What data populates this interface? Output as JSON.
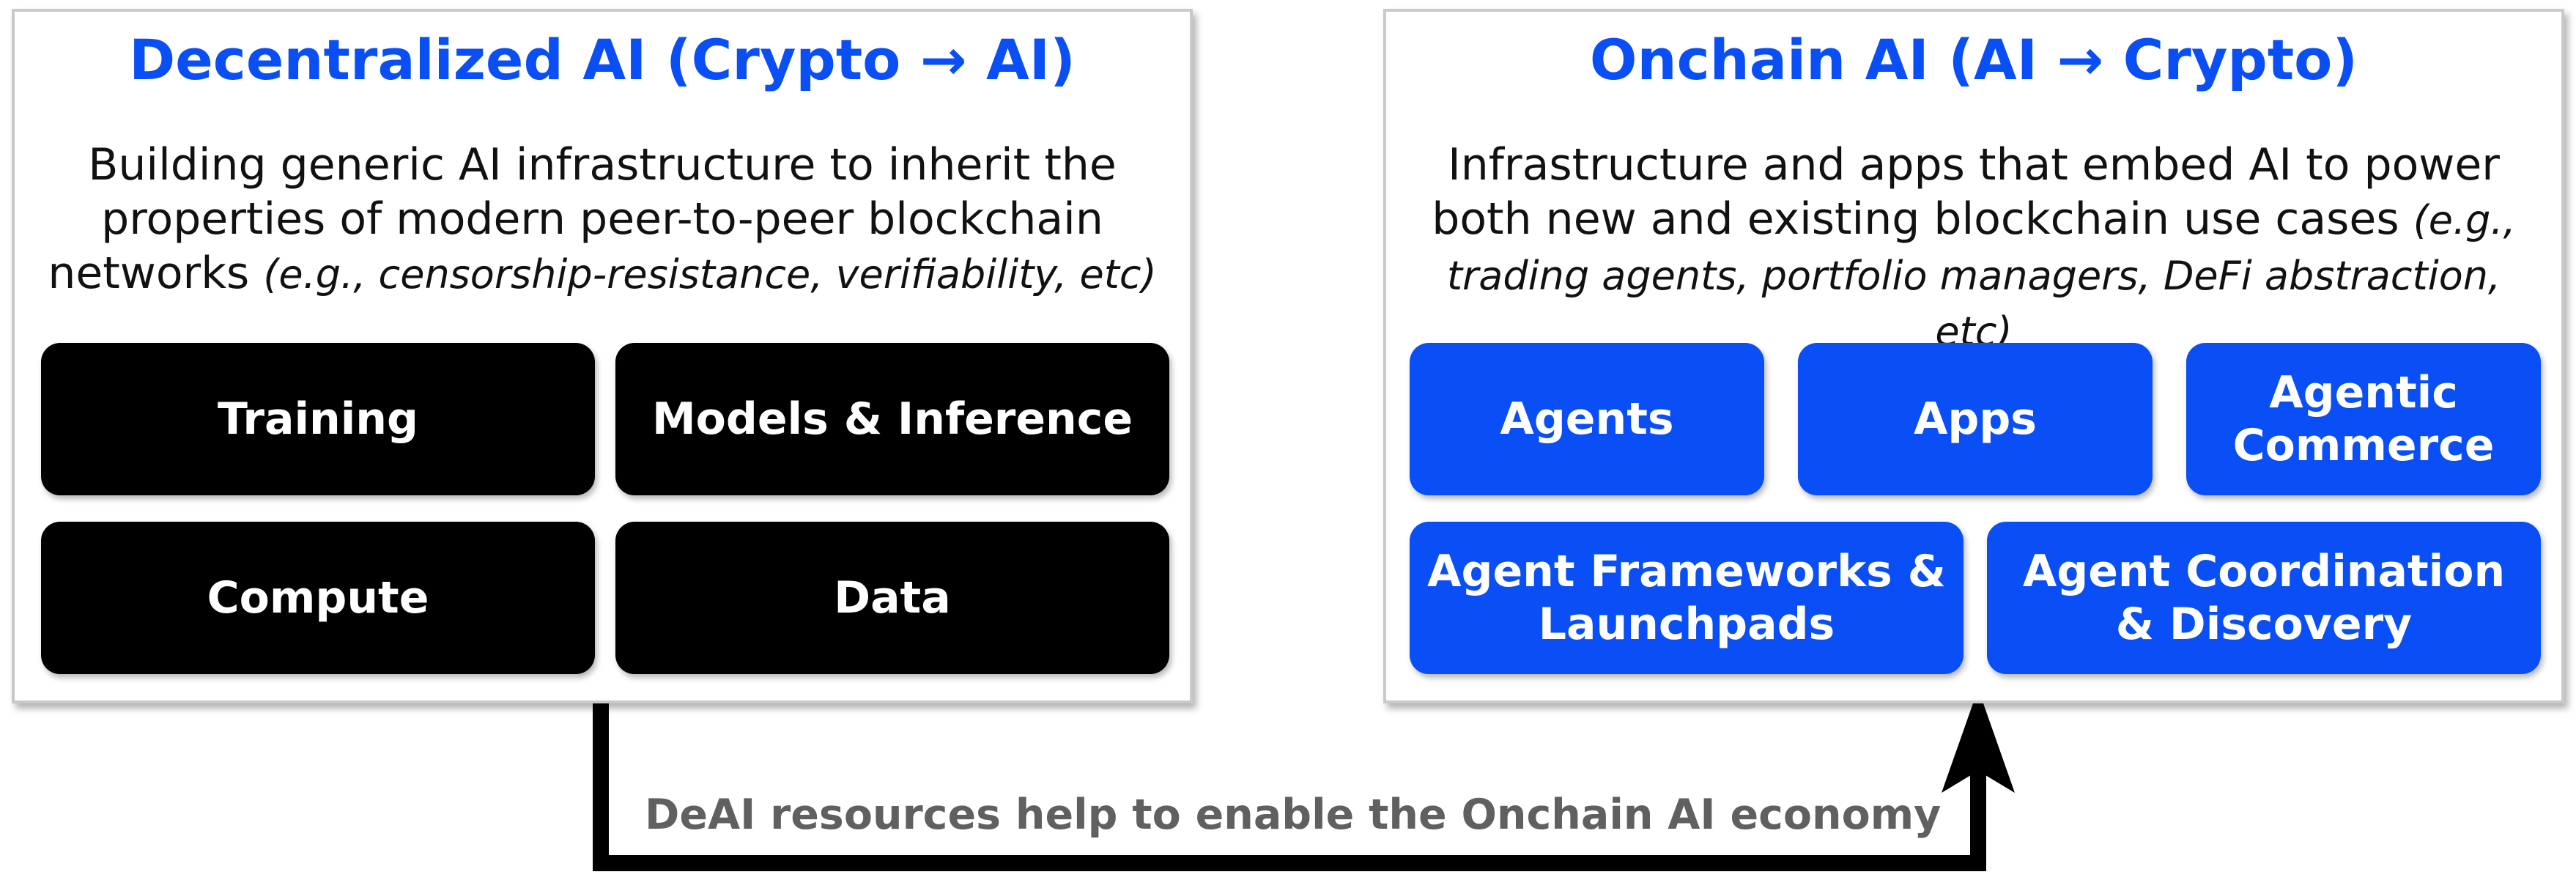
{
  "colors": {
    "title_blue": "#0a4ff5",
    "left_tile_bg": "#000000",
    "right_tile_bg": "#0a4ff5",
    "tile_text": "#ffffff",
    "connector": "#000000",
    "connector_label": "#606060"
  },
  "left_panel": {
    "title": "Decentralized AI (Crypto → AI)",
    "description": "Building generic AI infrastructure to inherit the properties of modern peer-to-peer blockchain networks",
    "examples": "(e.g., censorship-resistance, verifiability, etc)",
    "tiles": {
      "training": "Training",
      "models_inference": "Models & Inference",
      "compute": "Compute",
      "data": "Data"
    }
  },
  "right_panel": {
    "title": "Onchain AI (AI → Crypto)",
    "description": "Infrastructure and apps that embed AI to power both new and existing blockchain use cases",
    "examples": "(e.g., trading agents, portfolio managers, DeFi abstraction, etc)",
    "tiles": {
      "agents": "Agents",
      "apps": "Apps",
      "agentic_commerce": "Agentic Commerce",
      "agent_frameworks": "Agent Frameworks & Launchpads",
      "agent_coordination": "Agent Coordination & Discovery"
    }
  },
  "connector": {
    "label": "DeAI resources help to enable the Onchain AI economy",
    "arrow_icon": "arrow-up-icon"
  }
}
